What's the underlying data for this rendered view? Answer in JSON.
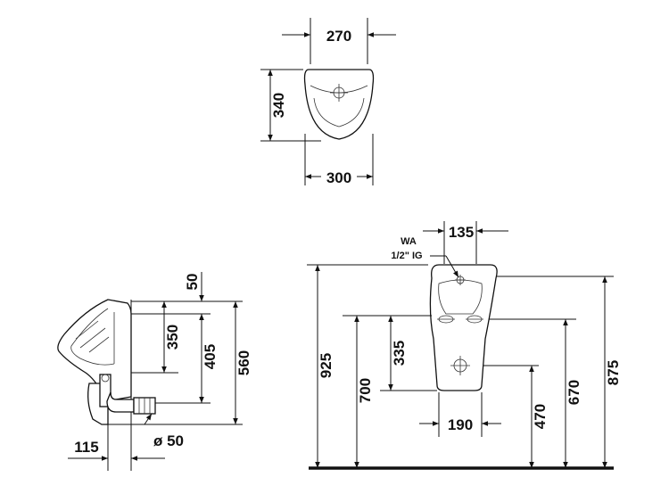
{
  "top_view": {
    "width_top": "270",
    "depth": "340",
    "width_bottom": "300"
  },
  "side_view": {
    "top_offset": "50",
    "dim_350": "350",
    "dim_405": "405",
    "height": "560",
    "wall_offset": "115",
    "outlet_diameter": "ø 50"
  },
  "front_view": {
    "inlet_label": "WA",
    "inlet_thread": "1/2\" IG",
    "inlet_width": "135",
    "total_height": "925",
    "mount_height": "700",
    "dim_335": "335",
    "base_width": "190",
    "outlet_height": "470",
    "dim_670": "670",
    "top_height": "875"
  }
}
